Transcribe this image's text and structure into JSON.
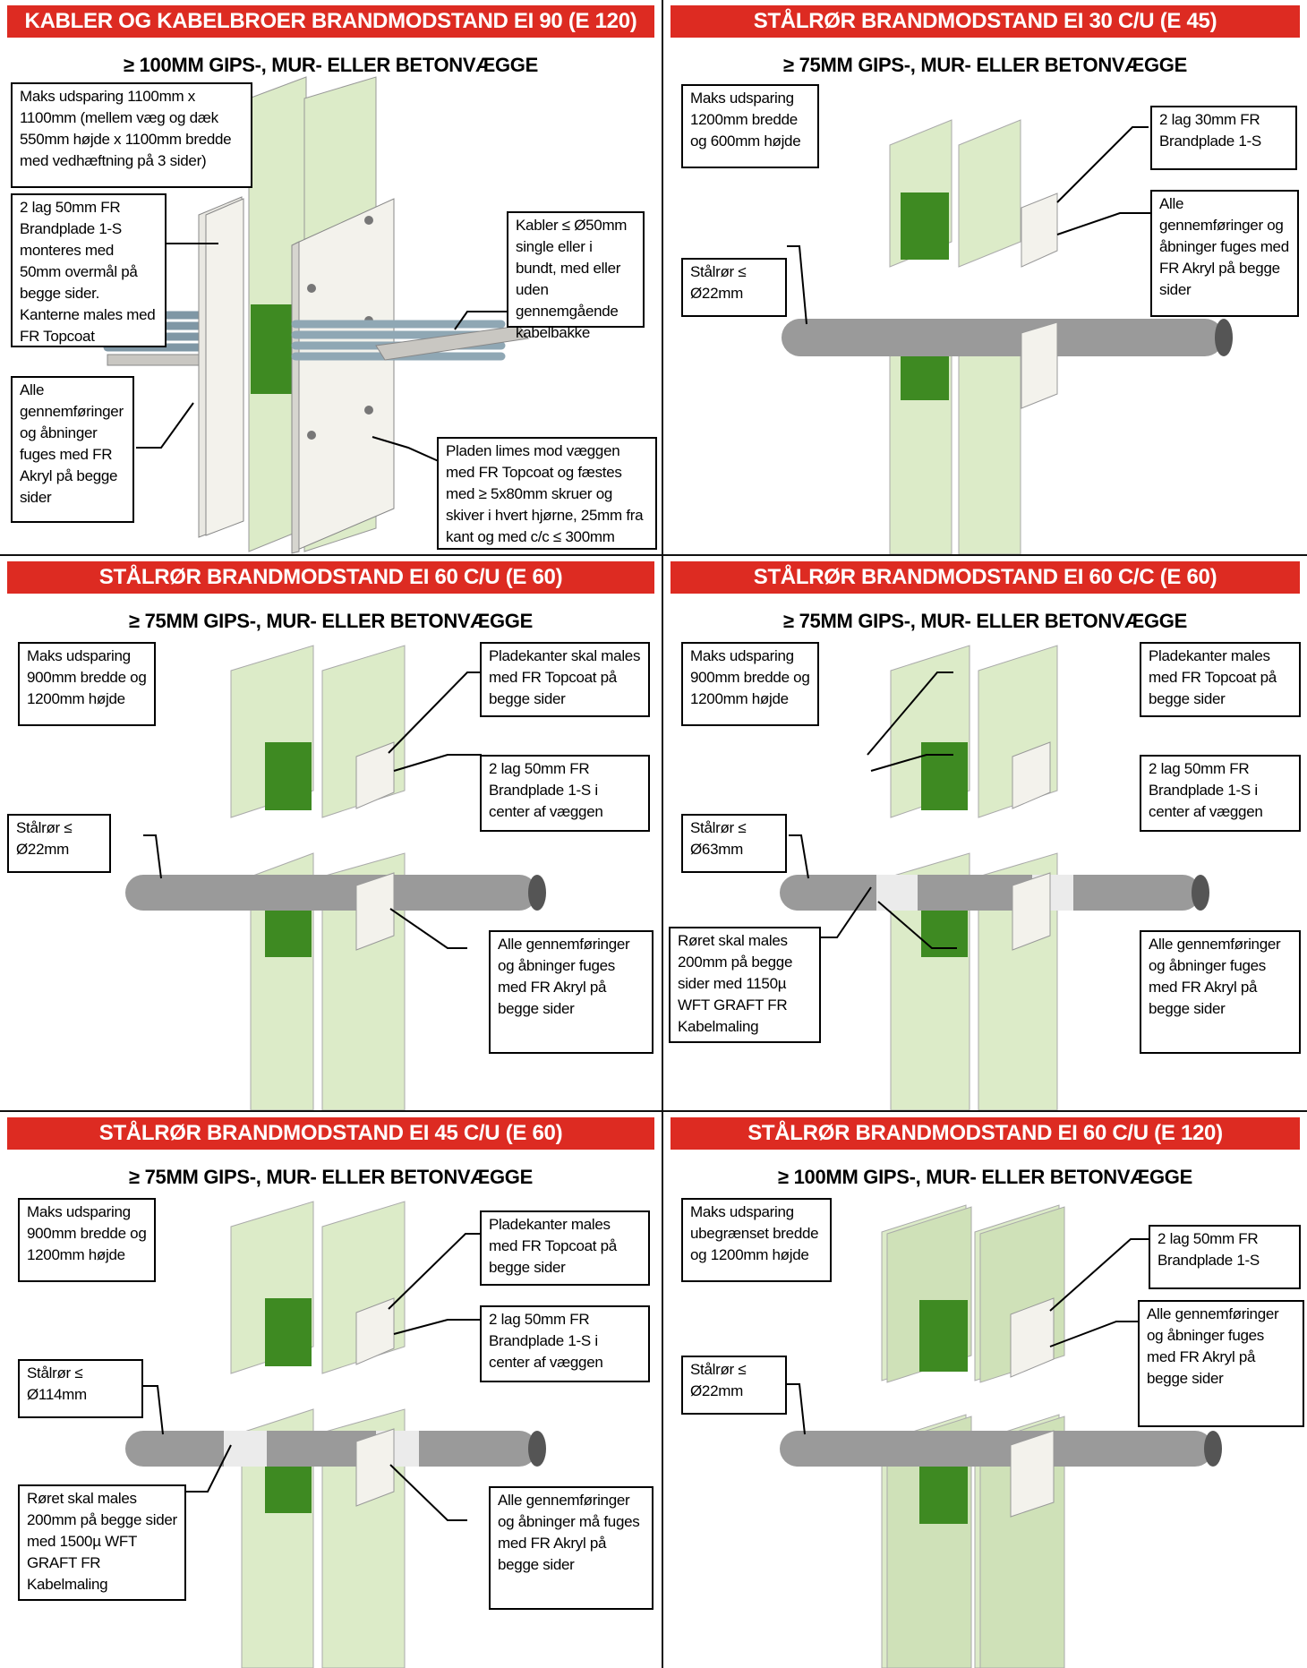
{
  "panels": [
    {
      "title": "KABLER OG KABELBROER BRANDMODSTAND EI 90 (E 120)",
      "subtitle": "≥ 100MM GIPS-, MUR- ELLER BETONVÆGGE",
      "labels": {
        "opening": "Maks udsparing 1100mm x 1100mm (mellem væg og dæk 550mm højde x 1100mm bredde med vedhæftning på 3 sider)",
        "board": "2 lag 50mm FR Brandplade 1-S monteres med 50mm overmål på begge sider. Kanterne males med FR Topcoat",
        "sealant": "Alle gennemføringer og åbninger fuges med FR Akryl på begge sider",
        "cables": "Kabler ≤ Ø50mm single eller i bundt, med eller uden gennemgående kabelbakke",
        "fixing": "Pladen limes mod væggen med FR Topcoat og fæstes med ≥ 5x80mm skruer og skiver i hvert hjørne, 25mm fra kant og med c/c ≤ 300mm"
      }
    },
    {
      "title": "STÅLRØR BRANDMODSTAND EI 30 C/U (E 45)",
      "subtitle": "≥ 75MM GIPS-, MUR- ELLER BETONVÆGGE",
      "labels": {
        "opening": "Maks udsparing 1200mm bredde og 600mm højde",
        "board": "2 lag 30mm FR Brandplade 1-S",
        "sealant": "Alle gennemføringer og åbninger fuges med FR Akryl på begge sider",
        "pipe": "Stålrør ≤ Ø22mm"
      }
    },
    {
      "title": "STÅLRØR BRANDMODSTAND EI 60 C/U (E 60)",
      "subtitle": "≥ 75MM GIPS-, MUR- ELLER BETONVÆGGE",
      "labels": {
        "opening": "Maks udsparing 900mm bredde og 1200mm højde",
        "edges": "Pladekanter skal males med FR Topcoat på begge sider",
        "board": "2 lag 50mm FR Brandplade 1-S i center af væggen",
        "pipe": "Stålrør ≤ Ø22mm",
        "sealant": "Alle gennemføringer og åbninger fuges med FR Akryl på begge sider"
      }
    },
    {
      "title": "STÅLRØR BRANDMODSTAND EI 60 C/C (E 60)",
      "subtitle": "≥ 75MM GIPS-, MUR- ELLER BETONVÆGGE",
      "labels": {
        "opening": "Maks udsparing 900mm bredde og 1200mm højde",
        "edges": "Pladekanter males med FR Topcoat på begge sider",
        "board": "2 lag 50mm FR Brandplade 1-S i center af væggen",
        "pipe": "Stålrør ≤ Ø63mm",
        "paint": "Røret skal males 200mm på begge sider med 1150µ WFT GRAFT FR Kabelmaling",
        "sealant": "Alle gennemføringer og åbninger fuges med FR Akryl på begge sider"
      }
    },
    {
      "title": "STÅLRØR BRANDMODSTAND EI 45 C/U (E 60)",
      "subtitle": "≥ 75MM GIPS-, MUR- ELLER BETONVÆGGE",
      "labels": {
        "opening": "Maks udsparing 900mm bredde og 1200mm højde",
        "edges": "Pladekanter males med FR Topcoat på begge sider",
        "board": "2 lag 50mm FR Brandplade 1-S i center af væggen",
        "pipe": "Stålrør ≤ Ø114mm",
        "paint": "Røret skal males 200mm på begge sider med 1500µ WFT GRAFT FR Kabelmaling",
        "sealant": "Alle gennemføringer og åbninger må fuges med FR Akryl på begge sider"
      }
    },
    {
      "title": "STÅLRØR BRANDMODSTAND EI 60 C/U (E 120)",
      "subtitle": "≥ 100MM GIPS-, MUR- ELLER BETONVÆGGE",
      "labels": {
        "opening": "Maks udsparing ubegrænset bredde og 1200mm højde",
        "board": "2 lag 50mm FR Brandplade 1-S",
        "sealant": "Alle gennemføringer og åbninger fuges med FR Akryl på begge sider",
        "pipe": "Stålrør ≤ Ø22mm"
      }
    }
  ],
  "colors": {
    "title_bar": "#dd2b22",
    "wall": "#dcebc8",
    "mesh": "#3e8a22",
    "board": "#f3f2ec",
    "pipe": "#9a9a9a"
  }
}
